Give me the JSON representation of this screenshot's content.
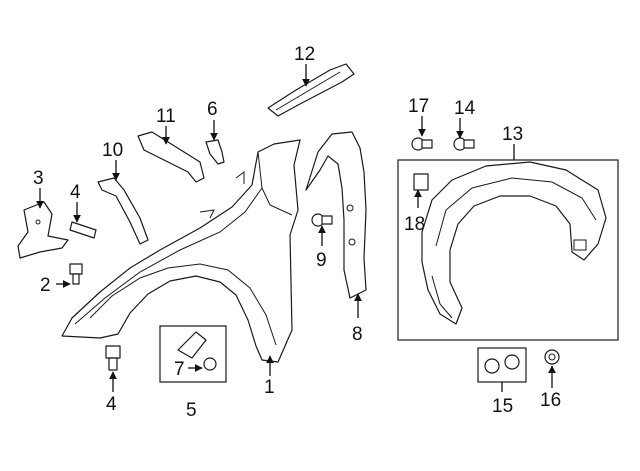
{
  "colors": {
    "line": "#1a1a1a",
    "background": "#ffffff"
  },
  "callouts": {
    "c1": "1",
    "c2": "2",
    "c3": "3",
    "c4a": "4",
    "c4b": "4",
    "c5": "5",
    "c6": "6",
    "c7": "7",
    "c8": "8",
    "c9": "9",
    "c10": "10",
    "c11": "11",
    "c12": "12",
    "c13": "13",
    "c14": "14",
    "c15": "15",
    "c16": "16",
    "c17": "17",
    "c18": "18"
  }
}
